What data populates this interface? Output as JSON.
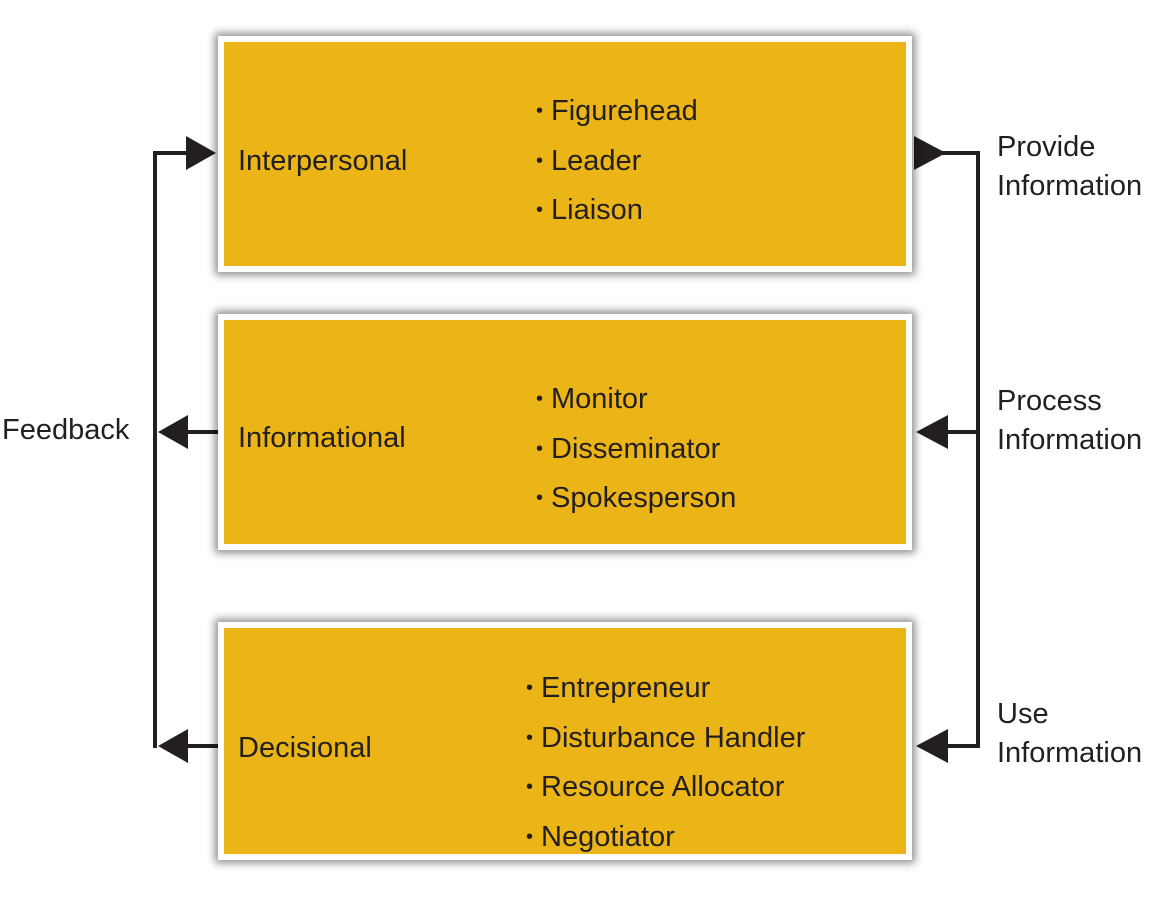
{
  "roles": [
    {
      "title": "Interpersonal",
      "items": [
        "Figurehead",
        "Leader",
        "Liaison"
      ]
    },
    {
      "title": "Informational",
      "items": [
        "Monitor",
        "Disseminator",
        "Spokesperson"
      ]
    },
    {
      "title": "Decisional",
      "items": [
        "Entrepreneur",
        "Disturbance Handler",
        "Resource Allocator",
        "Negotiator"
      ]
    }
  ],
  "feedback_label": "Feedback",
  "information_labels": [
    {
      "line1": "Provide",
      "line2": "Information"
    },
    {
      "line1": "Process",
      "line2": "Information"
    },
    {
      "line1": "Use",
      "line2": "Information"
    }
  ],
  "colors": {
    "box_fill": "#ebb518",
    "text": "#231f20",
    "arrow": "#231f20"
  }
}
